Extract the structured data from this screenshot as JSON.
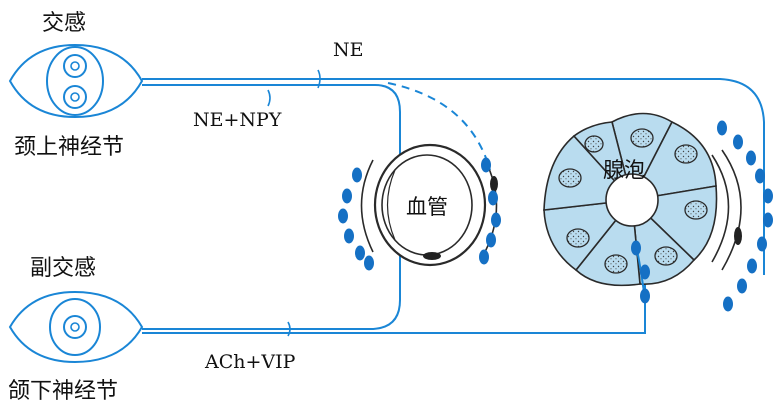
{
  "labels": {
    "sympathetic": "交感",
    "superior_cervical_ganglion": "颈上神经节",
    "parasympathetic": "副交感",
    "submandibular_ganglion": "颌下神经节",
    "ne": "NE",
    "ne_npy": "NE+NPY",
    "ach_vip": "ACh+VIP",
    "blood_vessel": "血管",
    "acinus": "腺泡"
  },
  "colors": {
    "nerve": "#1a86d6",
    "varicosity": "#1570c4",
    "acinus_cell": "#b9dcef",
    "outline": "#2a2a2a",
    "nucleus": "#d8d8d8"
  }
}
